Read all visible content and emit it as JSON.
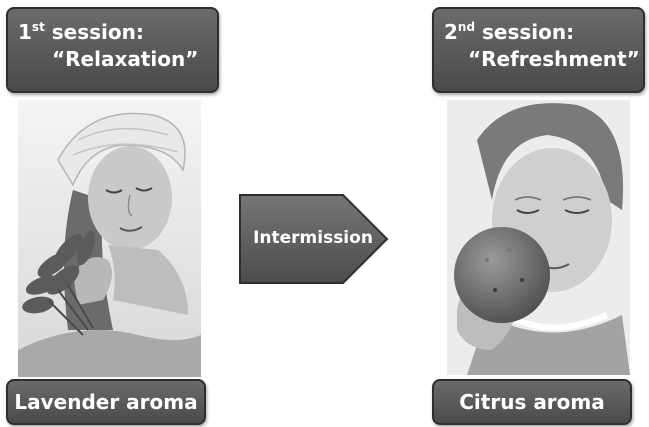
{
  "session1": {
    "line1_main": "1",
    "line1_sup": "st",
    "line1_rest": " session:",
    "line2": "“Relaxation”",
    "aroma": "Lavender aroma"
  },
  "session2": {
    "line1_main": "2",
    "line1_sup": "nd",
    "line1_rest": " session:",
    "line2": "“Refreshment”",
    "aroma": "Citrus aroma"
  },
  "transition": {
    "label": "Intermission"
  },
  "colors": {
    "box_fill": "#5a5a5a",
    "box_border": "#2e2e2e",
    "text": "#ffffff"
  }
}
